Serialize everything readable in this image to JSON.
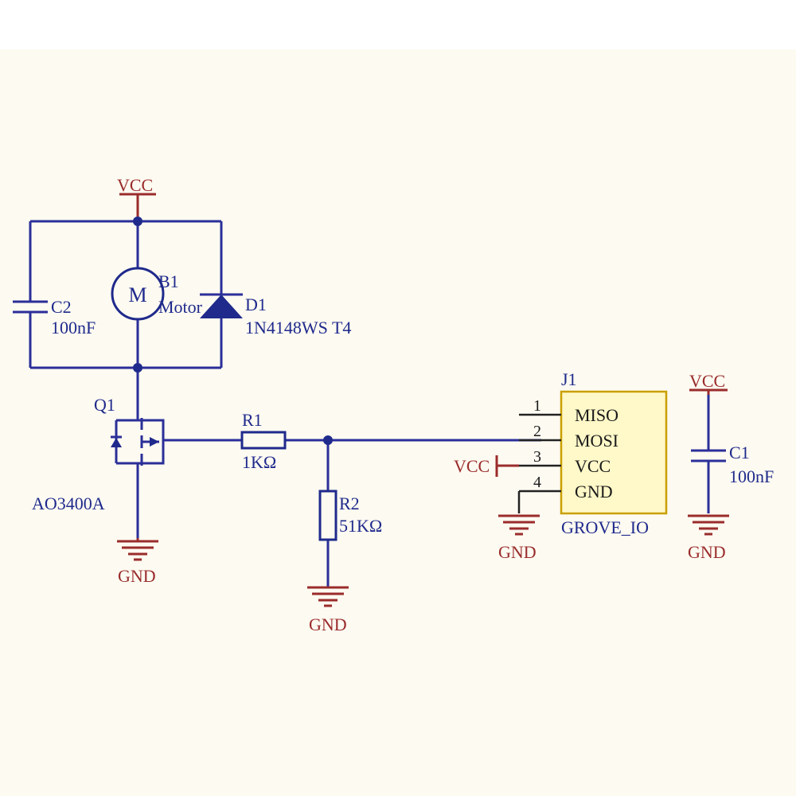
{
  "colors": {
    "wire": "#2b2f99",
    "power": "#9a2c2c",
    "component": "#1f2a8c",
    "connector_fill": "#fff8c8",
    "connector_border": "#c9a000",
    "background": "#fdfaf1"
  },
  "nets": {
    "vcc_top": "VCC",
    "vcc_j1": "VCC",
    "vcc_c1": "VCC",
    "gnd_q1": "GND",
    "gnd_r2": "GND",
    "gnd_j1": "GND",
    "gnd_c1": "GND"
  },
  "components": {
    "b1": {
      "ref": "B1",
      "value": "Motor",
      "symbol": "M"
    },
    "c2": {
      "ref": "C2",
      "value": "100nF"
    },
    "d1": {
      "ref": "D1",
      "value": "1N4148WS T4"
    },
    "q1": {
      "ref": "Q1",
      "value": "AO3400A"
    },
    "r1": {
      "ref": "R1",
      "value": "1KΩ"
    },
    "r2": {
      "ref": "R2",
      "value": "51KΩ"
    },
    "c1": {
      "ref": "C1",
      "value": "100nF"
    },
    "j1": {
      "ref": "J1",
      "value": "GROVE_IO",
      "pins": [
        {
          "number": "1",
          "name": "MISO"
        },
        {
          "number": "2",
          "name": "MOSI"
        },
        {
          "number": "3",
          "name": "VCC"
        },
        {
          "number": "4",
          "name": "GND"
        }
      ]
    }
  }
}
